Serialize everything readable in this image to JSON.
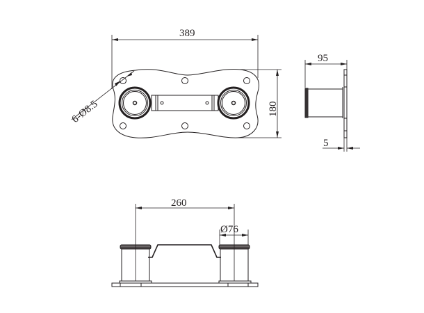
{
  "drawing": {
    "type": "technical-drawing",
    "subject": "mounting plate with two tube stubs and bridge bracket",
    "colors": {
      "line": "#231f20",
      "background": "#ffffff"
    },
    "views": {
      "top": {
        "label": "top-view",
        "dimensions": {
          "overall_length": "389",
          "overall_width": "180",
          "holes": "6-Ø8.5"
        }
      },
      "side": {
        "label": "side-view",
        "dimensions": {
          "depth": "95",
          "plate_thickness": "5"
        }
      },
      "front": {
        "label": "front-view",
        "dimensions": {
          "center_distance": "260",
          "tube_diameter": "Ø76"
        }
      }
    }
  }
}
